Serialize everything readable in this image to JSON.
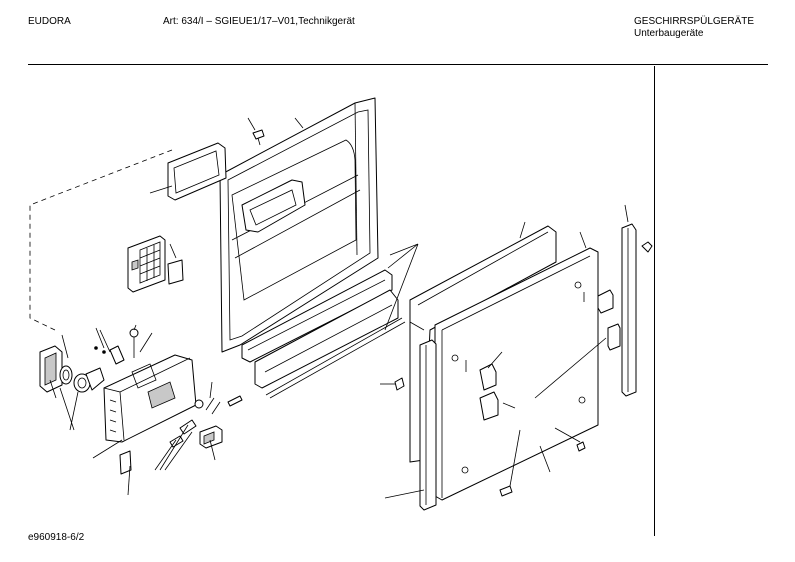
{
  "header": {
    "brand": "EUDORA",
    "article": "Art: 634/I – SGIEUE1/17–V01,Technikgerät",
    "category": "GESCHIRRSPÜLGERÄTE",
    "subcategory": "Unterbaugeräte"
  },
  "footer": {
    "code": "e960918-6/2"
  }
}
